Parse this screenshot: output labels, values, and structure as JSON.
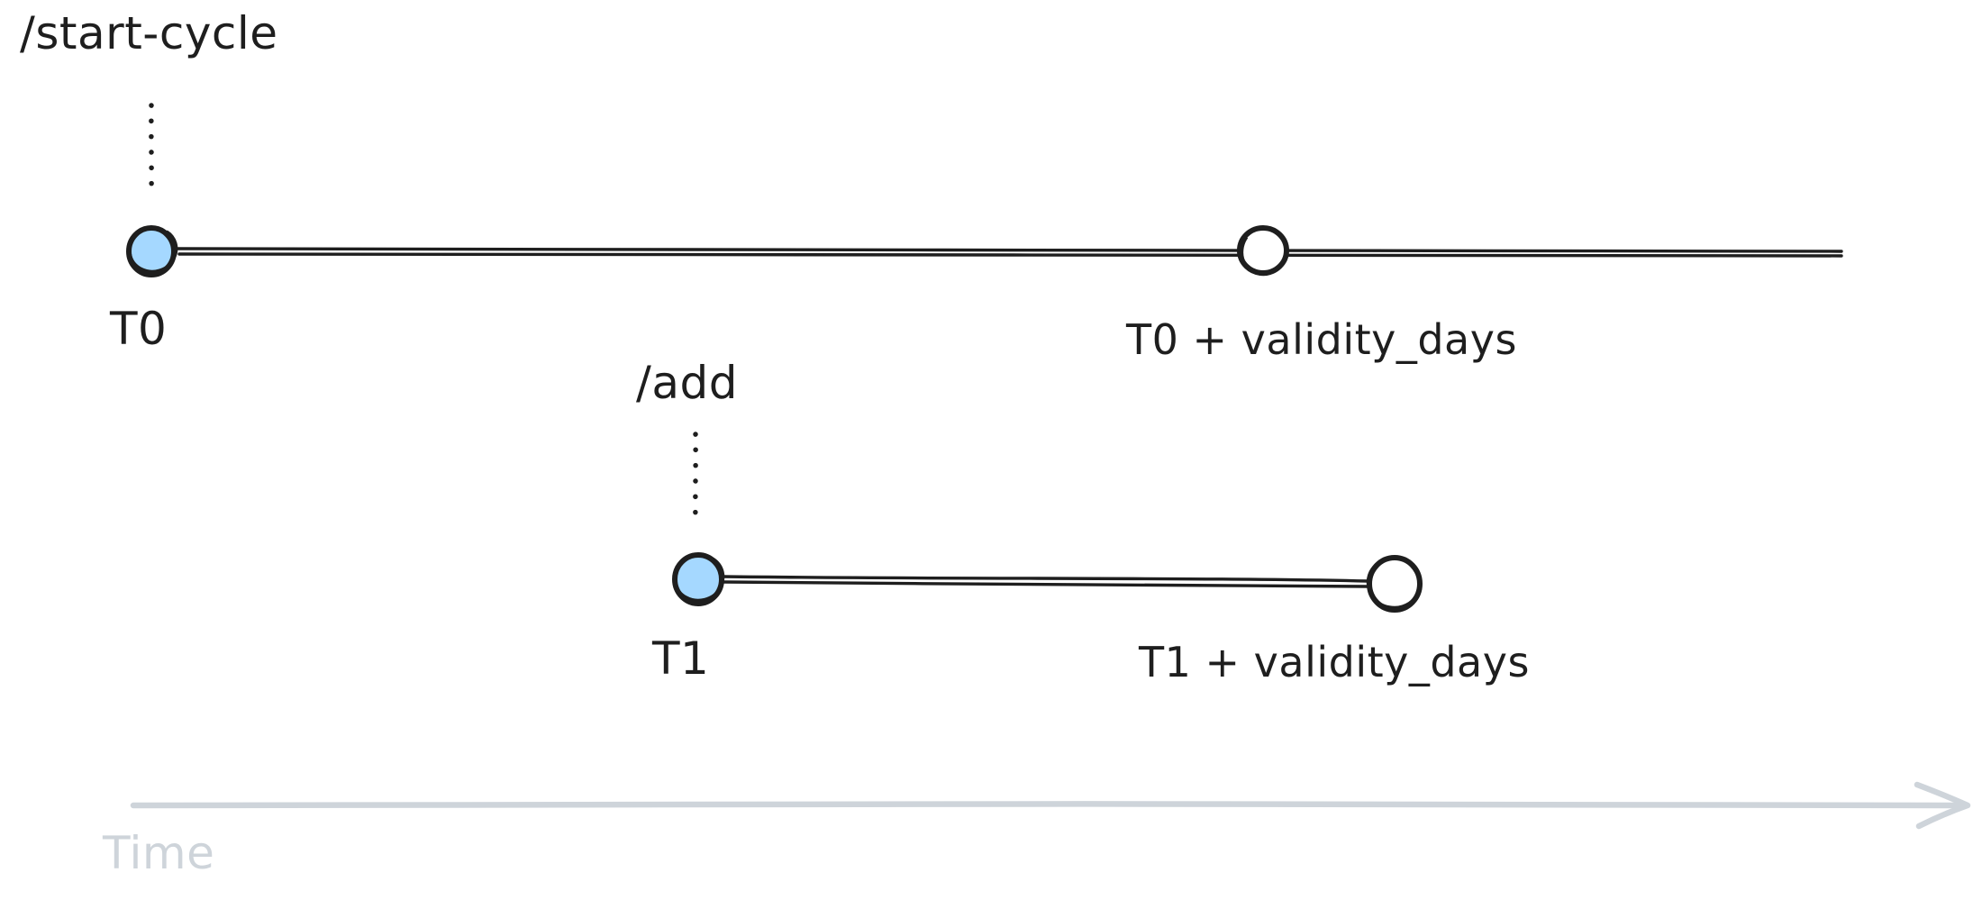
{
  "diagram": {
    "background_color": "#ffffff",
    "stroke_color": "#1e1e1e",
    "point_fill_color": "#a5d8ff",
    "muted_color": "#ced4da",
    "timelines": [
      {
        "command": "/start-cycle",
        "start_point": {
          "label": "T0",
          "fill": "blue"
        },
        "end_point": {
          "label": "T0 + validity_days",
          "fill": "white"
        },
        "line_extends_past_end_point": true
      },
      {
        "command": "/add",
        "start_point": {
          "label": "T1",
          "fill": "blue"
        },
        "end_point": {
          "label": "T1 + validity_days",
          "fill": "white"
        },
        "line_extends_past_end_point": false
      }
    ],
    "axis": {
      "label": "Time",
      "direction": "right"
    }
  }
}
